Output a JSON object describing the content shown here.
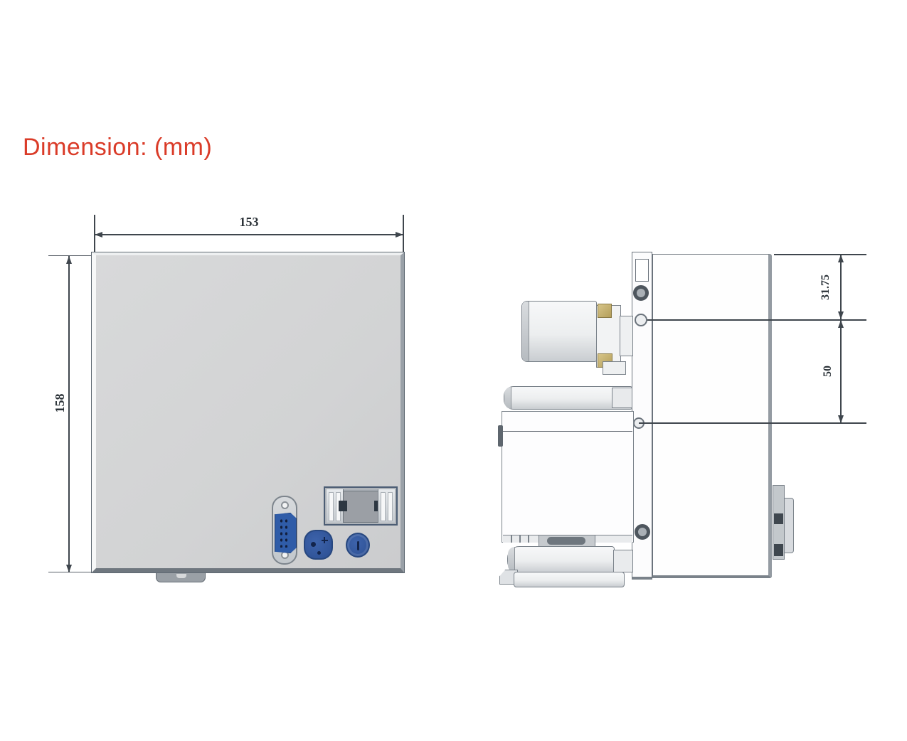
{
  "title": "Dimension: (mm)",
  "colors": {
    "title_accent": "#da3b28",
    "dimension_line": "#3f464d",
    "panel_gray": "#d3d4d5",
    "connector_blue": "#2f5ca8",
    "outline_gray": "#6b737c"
  },
  "front_view": {
    "width_dim": "153",
    "height_dim": "158"
  },
  "side_view": {
    "dim_top": "31.75",
    "dim_bottom": "50"
  }
}
